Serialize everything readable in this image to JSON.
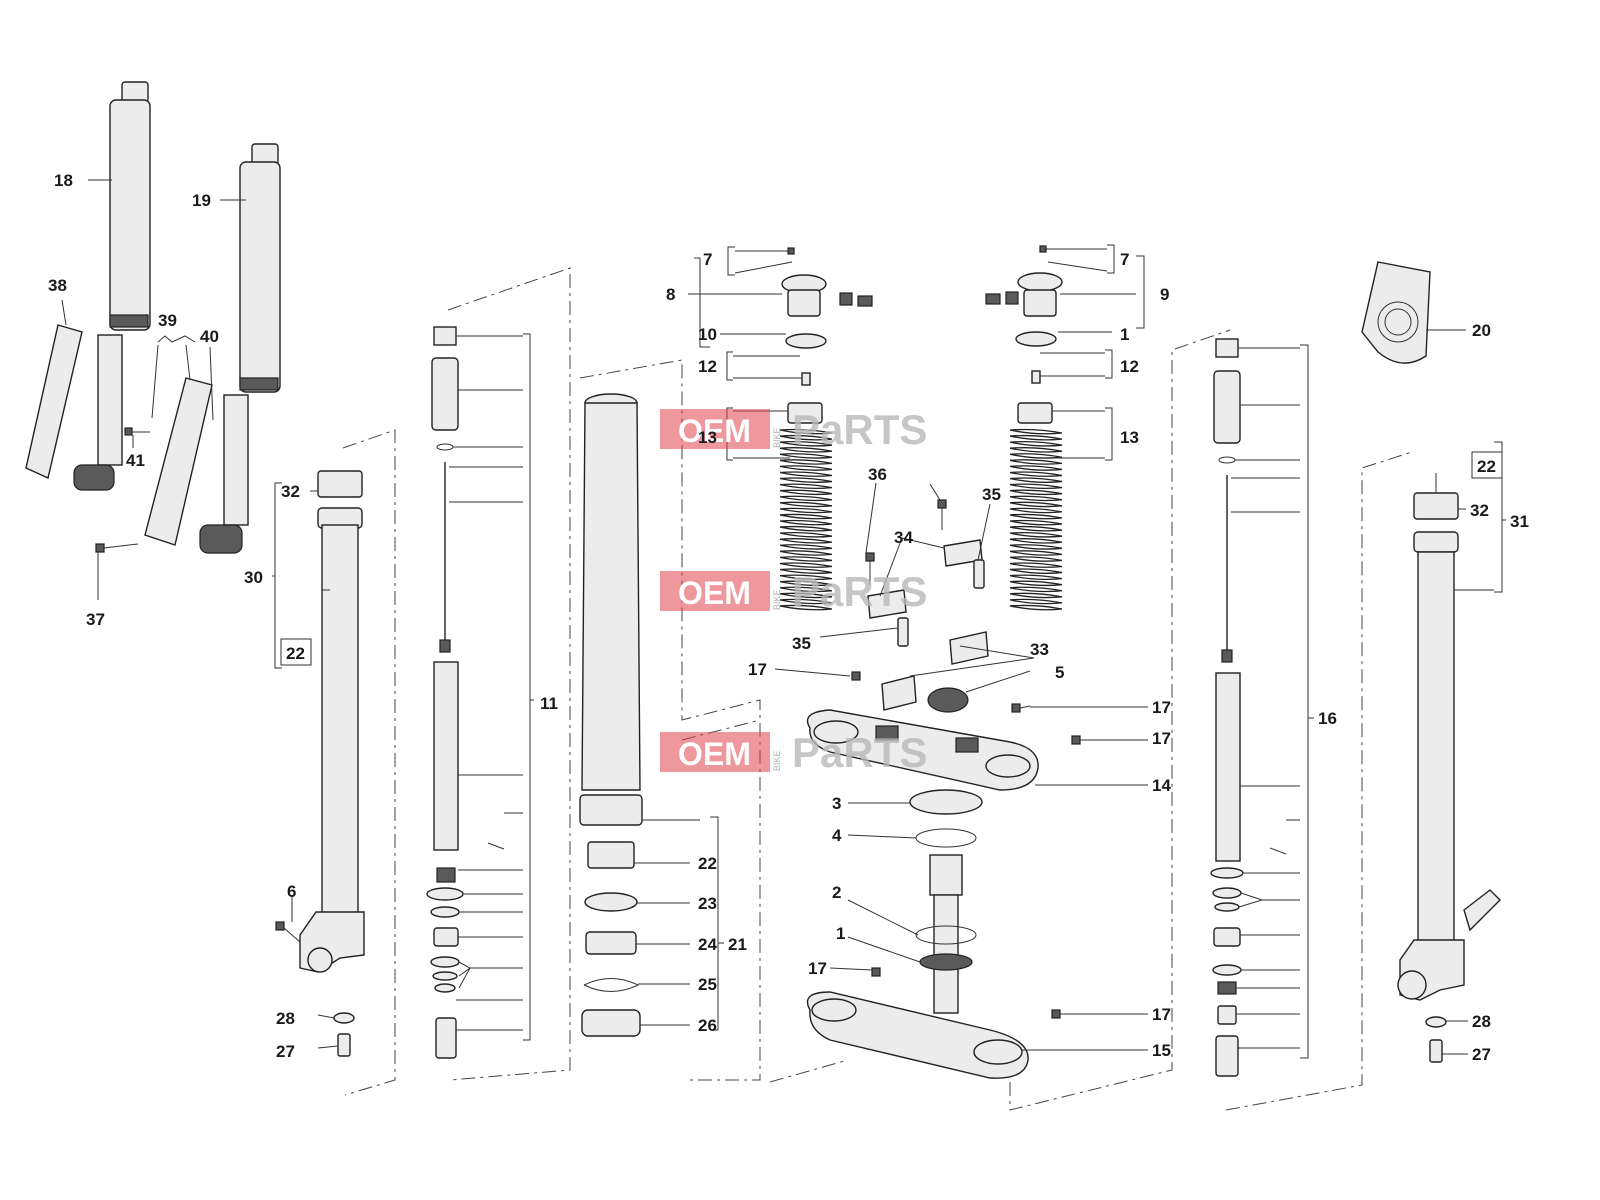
{
  "labels": {
    "l18": "18",
    "l19": "19",
    "l38": "38",
    "l39": "39",
    "l40": "40",
    "l41": "41",
    "l37": "37",
    "l32a": "32",
    "l30": "30",
    "l22a": "22",
    "l6": "6",
    "l28a": "28",
    "l27a": "27",
    "l11": "11",
    "l8": "8",
    "l7a": "7",
    "l10": "10",
    "l12a": "12",
    "l13a": "13",
    "l7b": "7",
    "l9": "9",
    "l1a": "1",
    "l12b": "12",
    "l13b": "13",
    "l36": "36",
    "l34": "34",
    "l35a": "35",
    "l35b": "35",
    "l33": "33",
    "l17a": "17",
    "l5": "5",
    "l17b": "17",
    "l17c": "17",
    "l14": "14",
    "l3": "3",
    "l4": "4",
    "l2": "2",
    "l1b": "1",
    "l17d": "17",
    "l17e": "17",
    "l15": "15",
    "l22b": "22",
    "l23": "23",
    "l24": "24",
    "l21": "21",
    "l25": "25",
    "l26": "26",
    "l16": "16",
    "l20": "20",
    "l22c": "22",
    "l32b": "32",
    "l31": "31",
    "l28b": "28",
    "l27b": "27"
  },
  "watermark": {
    "oem": "OEM",
    "bike": "BIKE",
    "parts": "PaRTS"
  },
  "colors": {
    "watermark": "#e0424a",
    "line": "#333333"
  }
}
